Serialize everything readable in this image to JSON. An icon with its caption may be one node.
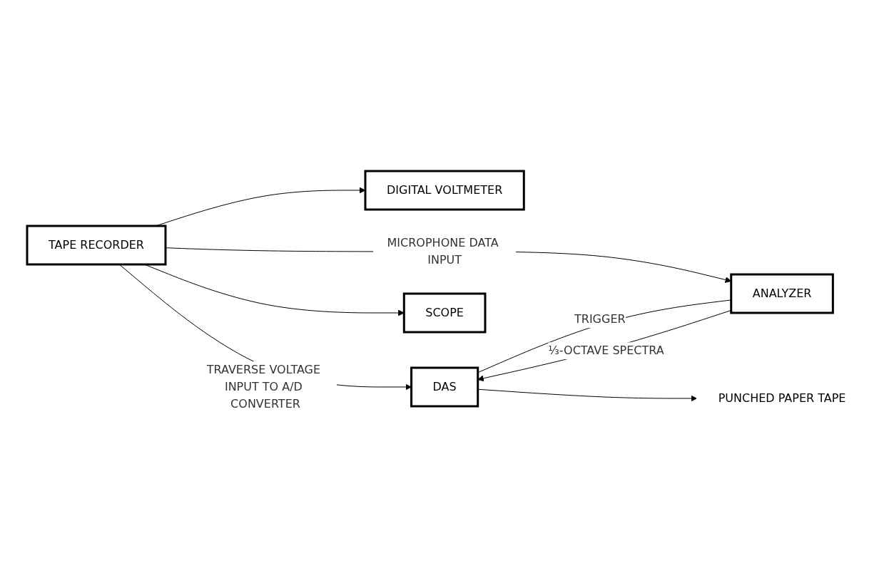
{
  "diagram": {
    "nodes": [
      {
        "text": [
          "DIGITAL VOLTMETER"
        ]
      },
      {
        "text": [
          "TAPE RECORDER"
        ]
      },
      {
        "text": [
          "ANALYZER"
        ]
      },
      {
        "text": [
          "DAS"
        ]
      },
      {
        "text": [
          "SCOPE"
        ]
      },
      {
        "text": [
          "PUNCHED PAPER TAPE"
        ]
      }
    ],
    "edges": [
      {
        "from": 1,
        "to": 0,
        "arrow": "to"
      },
      {
        "from": 1,
        "to": 3,
        "arrow": "to",
        "label": "TRAVERSE VOLTAGE INPUT TO A/D CONVERTER"
      },
      {
        "from": 1,
        "to": 2,
        "arrow": "to",
        "label": "MICROPHONE DATA INPUT"
      },
      {
        "from": 1,
        "to": 4,
        "arrow": "to"
      },
      {
        "from": 2,
        "to": 3,
        "arrow": "to",
        "label": "⅓-OCTAVE SPECTRA"
      },
      {
        "from": 3,
        "to": 2,
        "arrow": "none",
        "label": "TRIGGER"
      },
      {
        "from": 3,
        "to": 5,
        "arrow": "to"
      }
    ]
  }
}
